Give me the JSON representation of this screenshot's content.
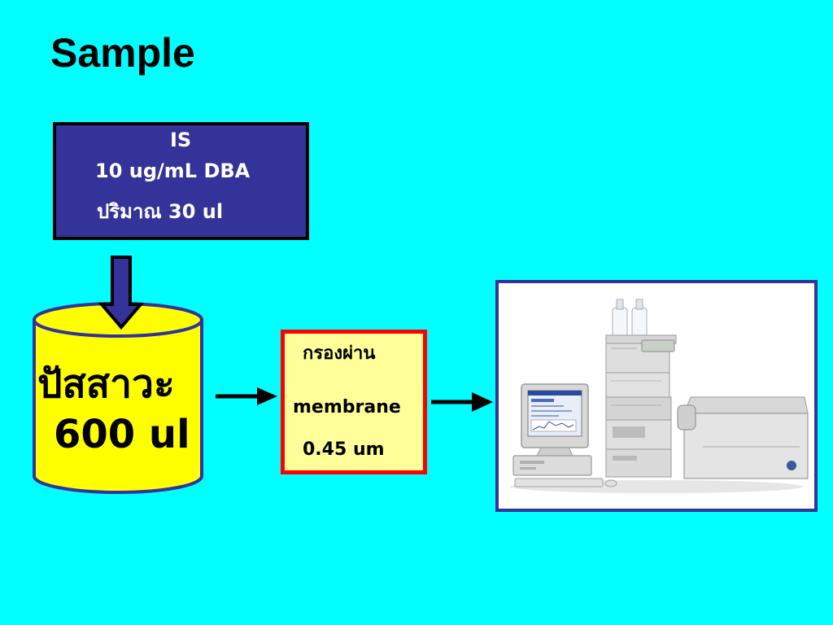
{
  "title": "Sample",
  "is_box": {
    "line1": "IS",
    "line2": "10 ug/mL DBA",
    "line3": "ปริมาณ 30 ul"
  },
  "sample_container": {
    "line1": "ปัสสาวะ",
    "line2": "600 ul"
  },
  "filter_box": {
    "line1": "กรองผ่าน",
    "line2": "membrane",
    "line3": "0.45 um"
  },
  "instrument": {
    "icon": "hplc-instrument-photo"
  },
  "colors": {
    "background": "#00ffff",
    "is_box_fill": "#333399",
    "cylinder_fill": "#ffff00",
    "filter_fill": "#ffff99",
    "filter_border": "#ff0000",
    "frame_border": "#333399"
  }
}
